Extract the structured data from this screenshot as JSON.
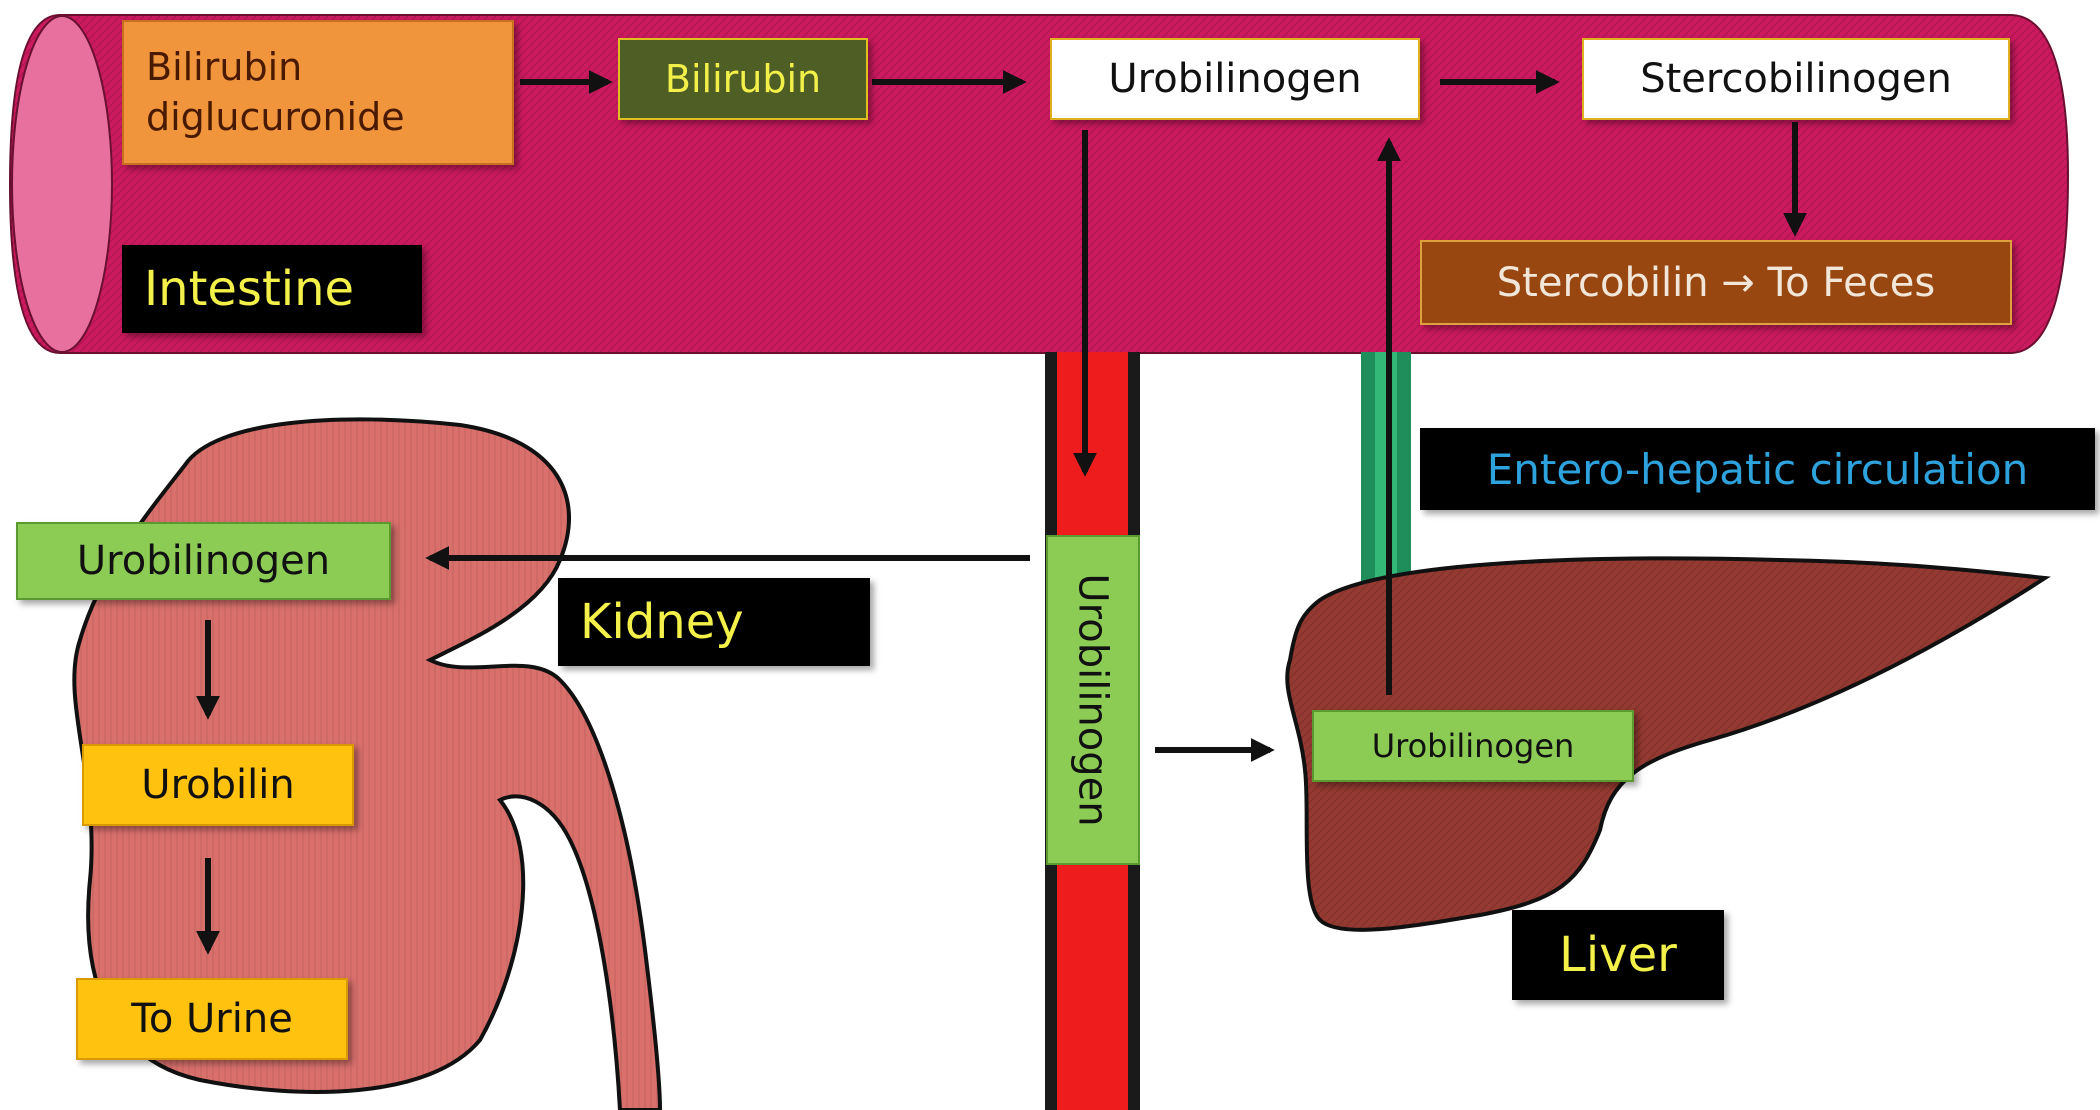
{
  "intestine": {
    "label": "Intestine",
    "pigments": {
      "bilirubin_diglucuronide_line1": "Bilirubin",
      "bilirubin_diglucuronide_line2": "diglucuronide",
      "bilirubin": "Bilirubin",
      "urobilinogen": "Urobilinogen",
      "stercobilinogen": "Stercobilinogen",
      "stercobilin_to_feces": "Stercobilin → To Feces"
    }
  },
  "blood_vessel": {
    "label": "Urobilinogen"
  },
  "circulation": {
    "label": "Entero-hepatic circulation"
  },
  "kidney": {
    "label": "Kidney",
    "steps": {
      "urobilinogen": "Urobilinogen",
      "urobilin": "Urobilin",
      "to_urine": "To Urine"
    }
  },
  "liver": {
    "label": "Liver",
    "urobilinogen": "Urobilinogen"
  },
  "colors": {
    "intestine": "#cc1a5f",
    "intestine_end": "#e8709e",
    "kidney": "#d9706c",
    "liver": "#953a32",
    "vessel": "#ee1c1c",
    "circulation_tube": "#1f8e5b",
    "label_orange": "#f0953b",
    "label_olive": "#4e5e25",
    "label_green": "#8ccc55",
    "label_yellow": "#ffc20e",
    "label_brown": "#984711",
    "label_black": "#000000",
    "text_yellow": "#f4f04a",
    "text_blue": "#2ea2dc"
  }
}
